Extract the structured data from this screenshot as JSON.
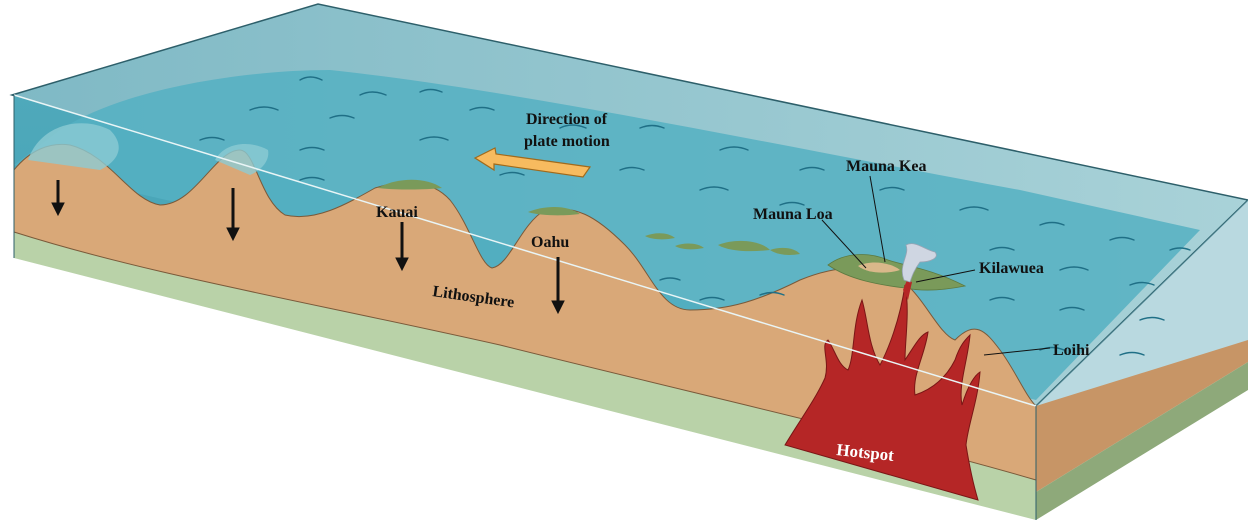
{
  "labels": {
    "direction": [
      "Direction of",
      "plate motion"
    ],
    "kauai": "Kauai",
    "oahu": "Oahu",
    "lithosphere": "Lithosphere",
    "mauna_kea": "Mauna Kea",
    "mauna_loa": "Mauna Loa",
    "kilauea": "Kilawuea",
    "loihi": "Loihi",
    "hotspot": "Hotspot"
  },
  "colors": {
    "ocean_top": "#8ec3cc",
    "ocean_water": "#5eb4c4",
    "ocean_front": "#6cb6c2",
    "crust": "#d9a878",
    "mantle": "#b9d2a8",
    "mantle_side": "#8ea97a",
    "magma": "#b52626",
    "island_green": "#7a9a5a",
    "arrow": "#f7bb5f"
  }
}
